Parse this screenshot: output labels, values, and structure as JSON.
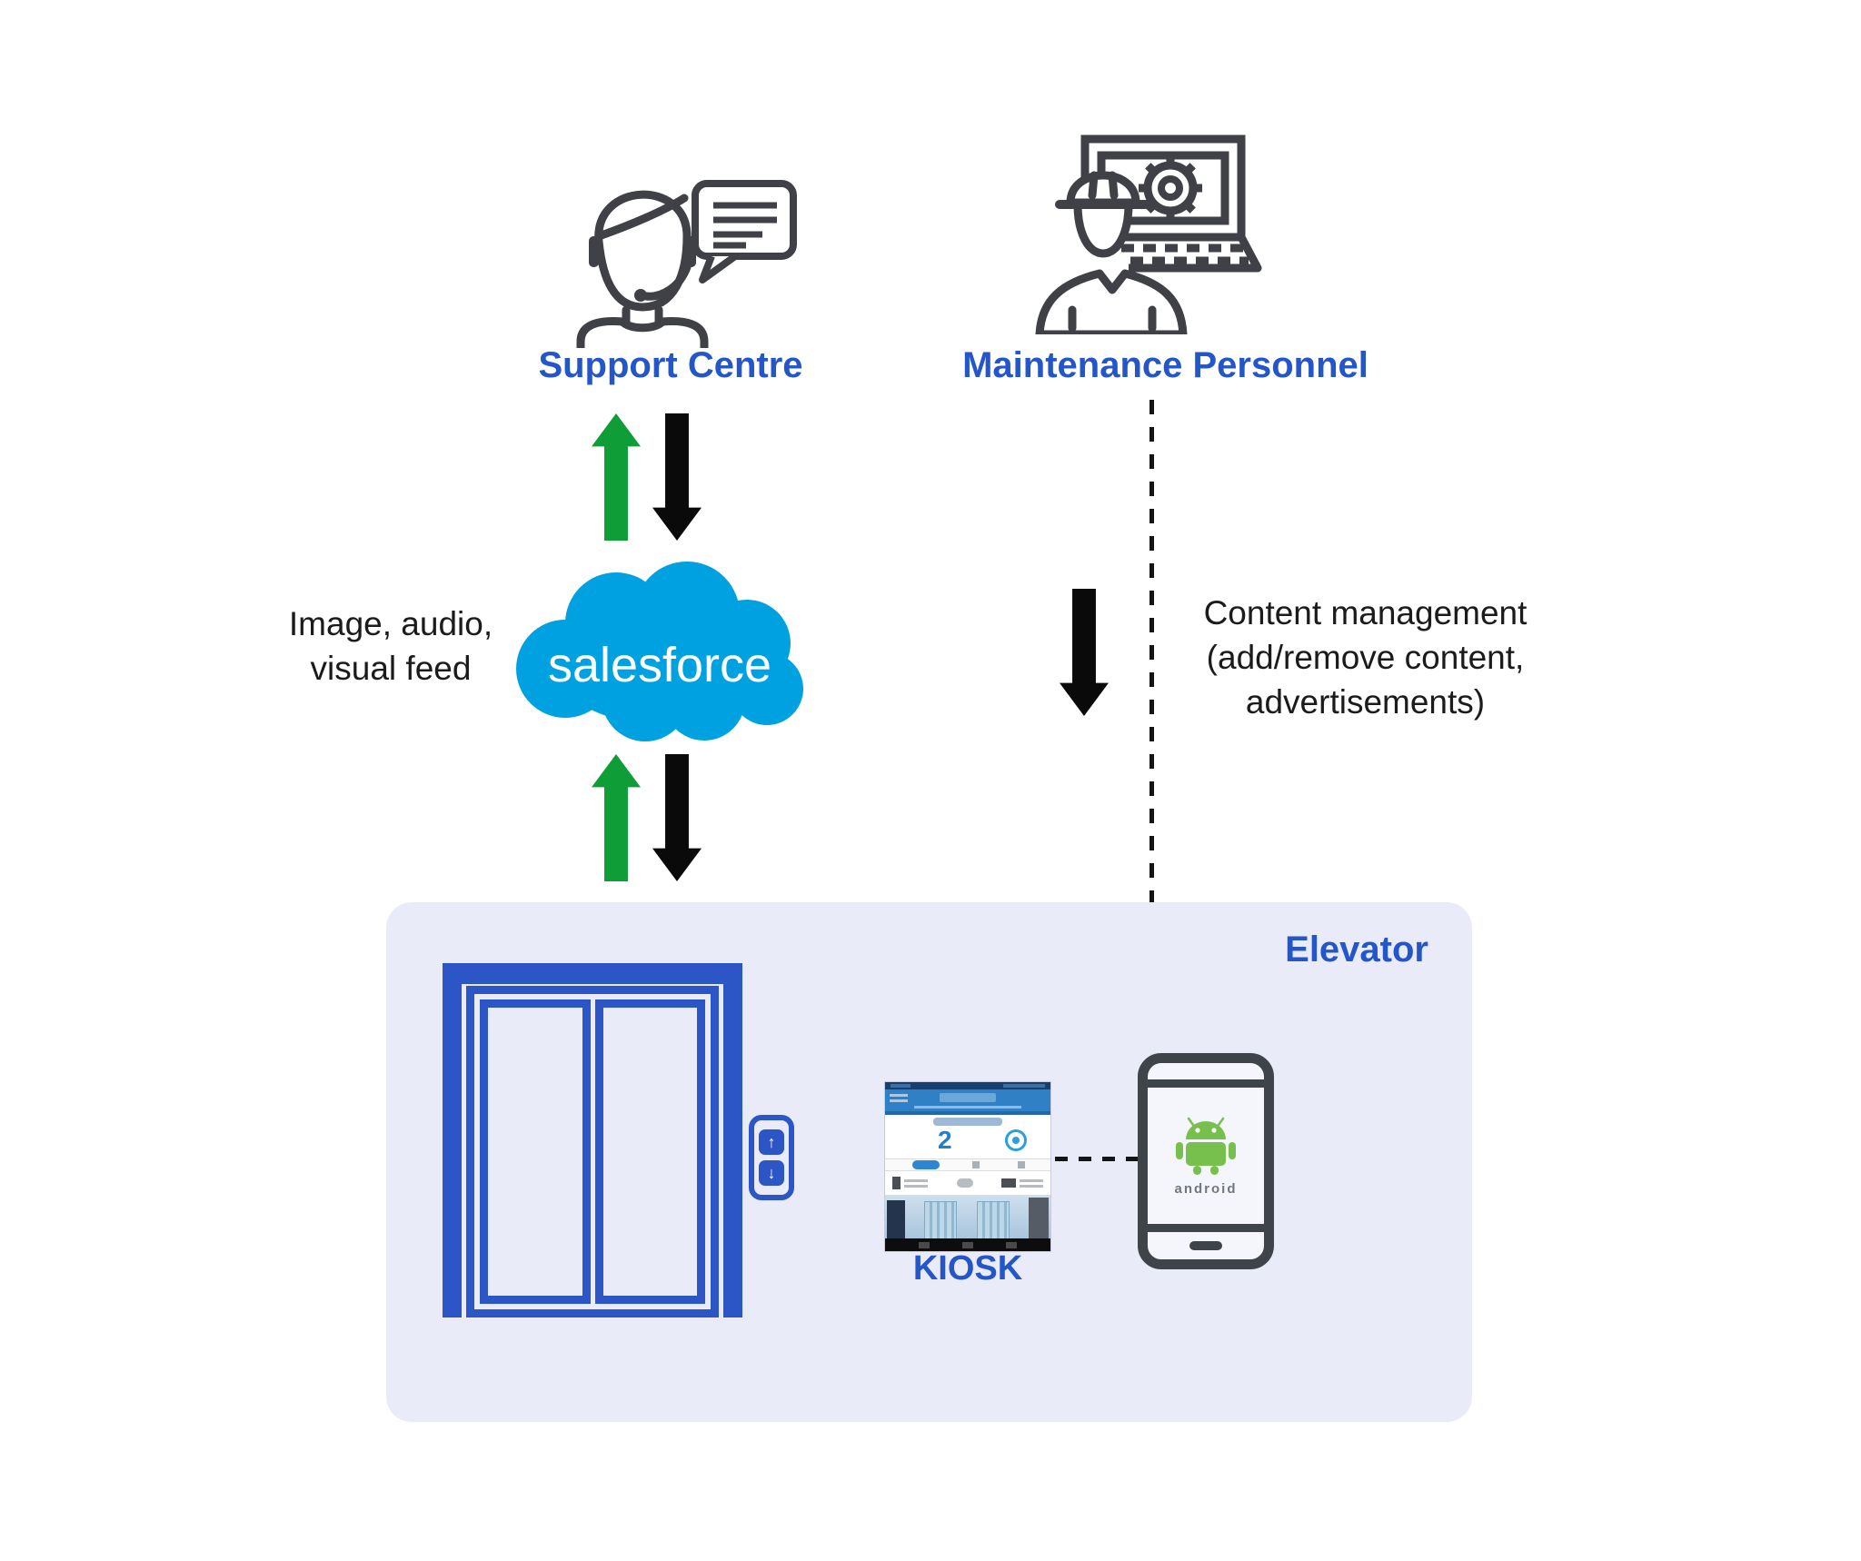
{
  "support_centre": {
    "label": "Support Centre"
  },
  "maintenance_personnel": {
    "label": "Maintenance Personnel"
  },
  "salesforce": {
    "wordmark": "salesforce"
  },
  "feed_note": {
    "line1": "Image, audio,",
    "line2": "visual feed"
  },
  "content_note": {
    "line1": "Content management",
    "line2": "(add/remove content,",
    "line3": "advertisements)"
  },
  "elevator": {
    "label": "Elevator",
    "button_up": "↑",
    "button_down": "↓"
  },
  "kiosk": {
    "label": "KIOSK",
    "screen_floor": "2"
  },
  "android": {
    "wordmark": "android"
  },
  "colors": {
    "label_blue": "#2456C9",
    "elevator_blue": "#2C55C5",
    "salesforce_blue": "#00A1E0",
    "arrow_green": "#0F9D38",
    "arrow_black": "#0A0A0A",
    "elevator_panel_bg": "#E9EBF8",
    "android_green": "#77C04E",
    "icon_outline_gray": "#3F4147"
  }
}
